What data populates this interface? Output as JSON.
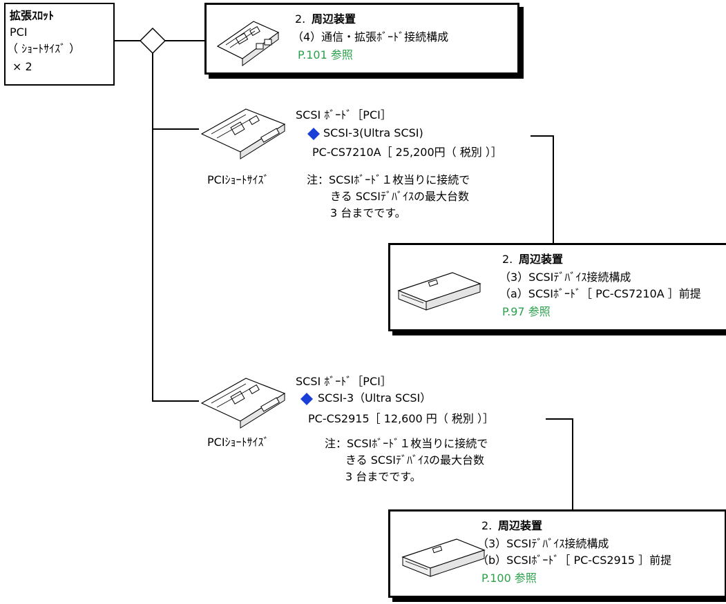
{
  "slot": {
    "title": "拡張ｽﾛｯﾄ",
    "line1": "PCI",
    "line2": "（ ｼｮｰﾄｻｲｽﾞ ）",
    "line3": "× 2"
  },
  "top_ref": {
    "heading_num": "2.",
    "heading": "周辺装置",
    "sub": "（4）通信・拡張ﾎﾞｰﾄﾞ接続構成",
    "ref": "P.101 参照"
  },
  "board1": {
    "caption": "PCIｼｮｰﾄｻｲｽﾞ",
    "title": "SCSI ﾎﾞｰﾄﾞ［PCI］",
    "spec": "SCSI-3(Ultra SCSI)",
    "model": "PC-CS7210A［ 25,200円（ 税別 ）］",
    "note1": "注：SCSIﾎﾞｰﾄﾞ１枚当りに接続で",
    "note2": "きる SCSIﾃﾞﾊﾞｲｽの最大台数",
    "note3": "3 台までです。"
  },
  "ref1": {
    "heading_num": "2.",
    "heading": "周辺装置",
    "sub": "（3）SCSIﾃﾞﾊﾞｲｽ接続構成",
    "sub2": "（a）SCSIﾎﾞｰﾄﾞ［ PC-CS7210A ］前提",
    "ref": "P.97 参照"
  },
  "board2": {
    "caption": "PCIｼｮｰﾄｻｲｽﾞ",
    "title": "SCSI ﾎﾞｰﾄﾞ［PCI］",
    "spec": "SCSI-3（Ultra SCSI）",
    "model": "PC-CS2915［ 12,600 円（ 税別 ）］",
    "note1": "注：SCSIﾎﾞｰﾄﾞ１枚当りに接続で",
    "note2": "きる SCSIﾃﾞﾊﾞｲｽの最大台数",
    "note3": "3 台までです。"
  },
  "ref2": {
    "heading_num": "2.",
    "heading": "周辺装置",
    "sub": "（3）SCSIﾃﾞﾊﾞｲｽ接続構成",
    "sub2": "（b）SCSIﾎﾞｰﾄﾞ［ PC-CS2915 ］前提",
    "ref": "P.100 参照"
  },
  "colors": {
    "diamond_bullet": "#1a3fd6",
    "reference_text": "#2aa04a"
  }
}
